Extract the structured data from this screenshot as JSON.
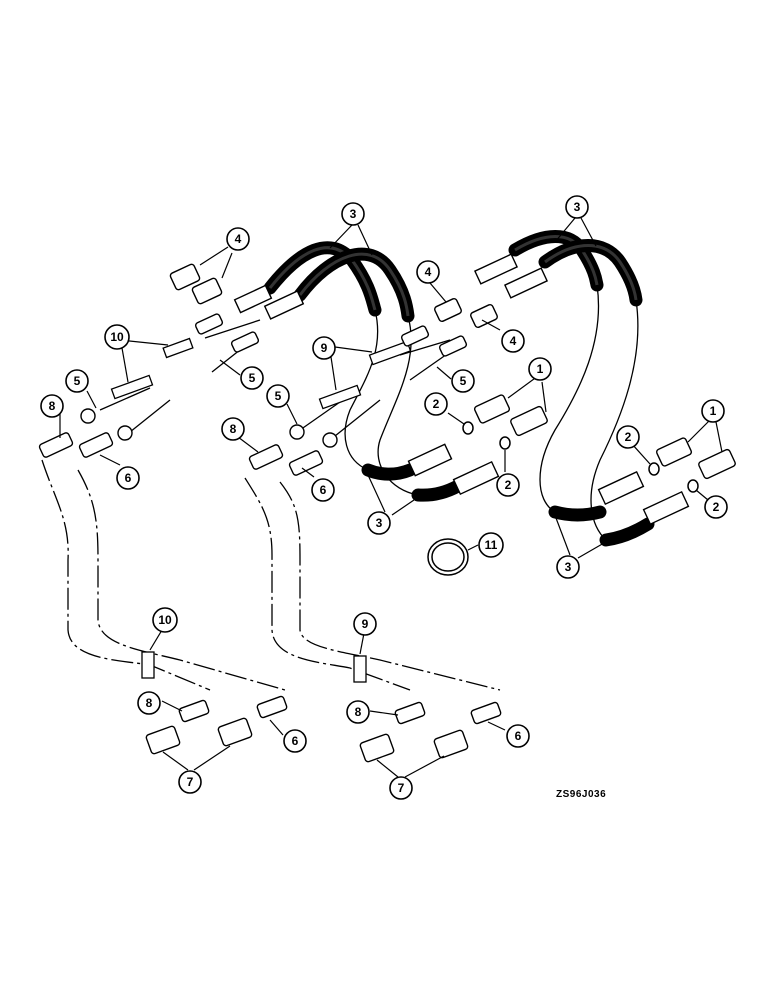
{
  "drawing": {
    "reference_code": "ZS96J036"
  },
  "callouts": [
    "1",
    "2",
    "3",
    "4",
    "5",
    "6",
    "7",
    "8",
    "9",
    "10",
    "11"
  ],
  "colors": {
    "line": "#000000",
    "background": "#ffffff"
  }
}
